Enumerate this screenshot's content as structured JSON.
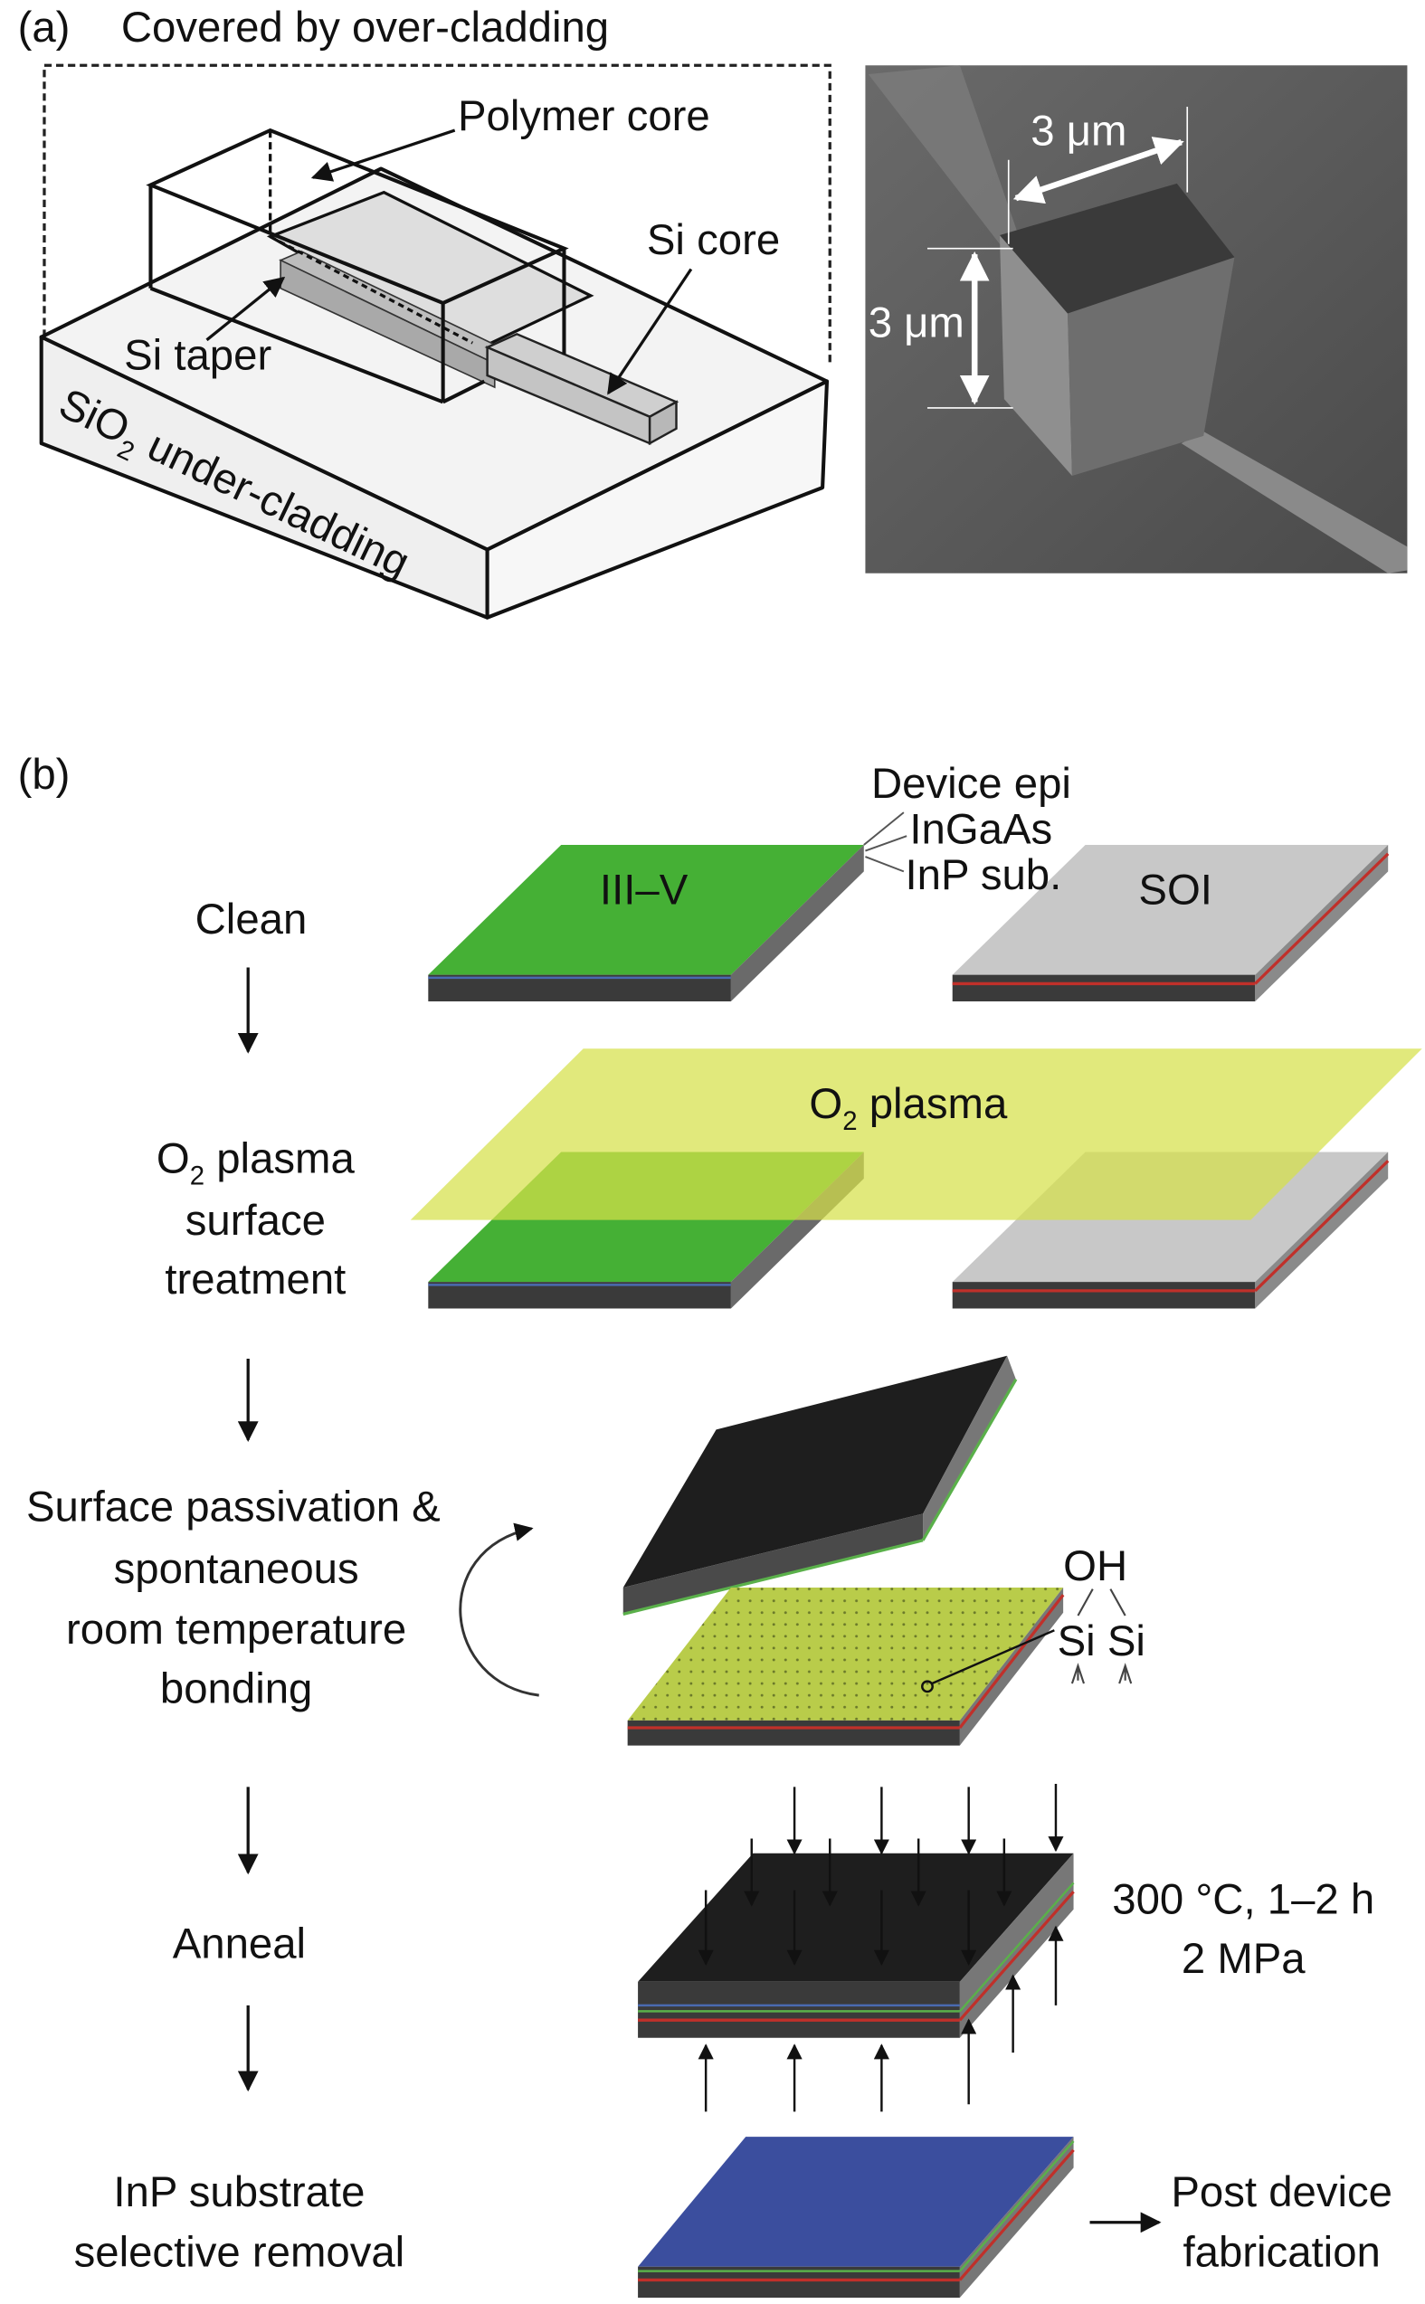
{
  "panel_a": {
    "label": "(a)",
    "title": "Covered by over-cladding",
    "polymer_core": "Polymer core",
    "si_core": "Si core",
    "si_taper": "Si taper",
    "sio2_label_main": "SiO",
    "sio2_sub": "2",
    "sio2_label_rest": " under-cladding",
    "sem_width": "3 μm",
    "sem_height": "3 μm"
  },
  "panel_b": {
    "label": "(b)",
    "steps": {
      "clean": "Clean",
      "plasma_1a": "O",
      "plasma_1sub": "2",
      "plasma_1b": " plasma",
      "plasma_2": "surface",
      "plasma_3": "treatment",
      "bond_1": "Surface passivation &",
      "bond_2": "spontaneous",
      "bond_3": "room temperature",
      "bond_4": "bonding",
      "anneal": "Anneal",
      "removal_1": "InP substrate",
      "removal_2": "selective removal"
    },
    "wafer_labels": {
      "iiiv": "III–V",
      "soi": "SOI",
      "device_epi": "Device epi",
      "ingaas": "InGaAs",
      "inp_sub": "InP sub.",
      "plasma_a": "O",
      "plasma_sub": "2",
      "plasma_b": " plasma",
      "oh": "OH",
      "si_si": "Si Si",
      "anneal_cond_1": "300 °C, 1–2 h",
      "anneal_cond_2": "2 MPa",
      "post_1": "Post device",
      "post_2": "fabrication"
    },
    "colors": {
      "iiiv": "#45b035",
      "soi": "#c8c8c8",
      "plasma": "#d6e04a",
      "bonded_top": "#1e1e1e",
      "passivated": "#b9cc4a",
      "final": "#3b4e9e"
    }
  }
}
